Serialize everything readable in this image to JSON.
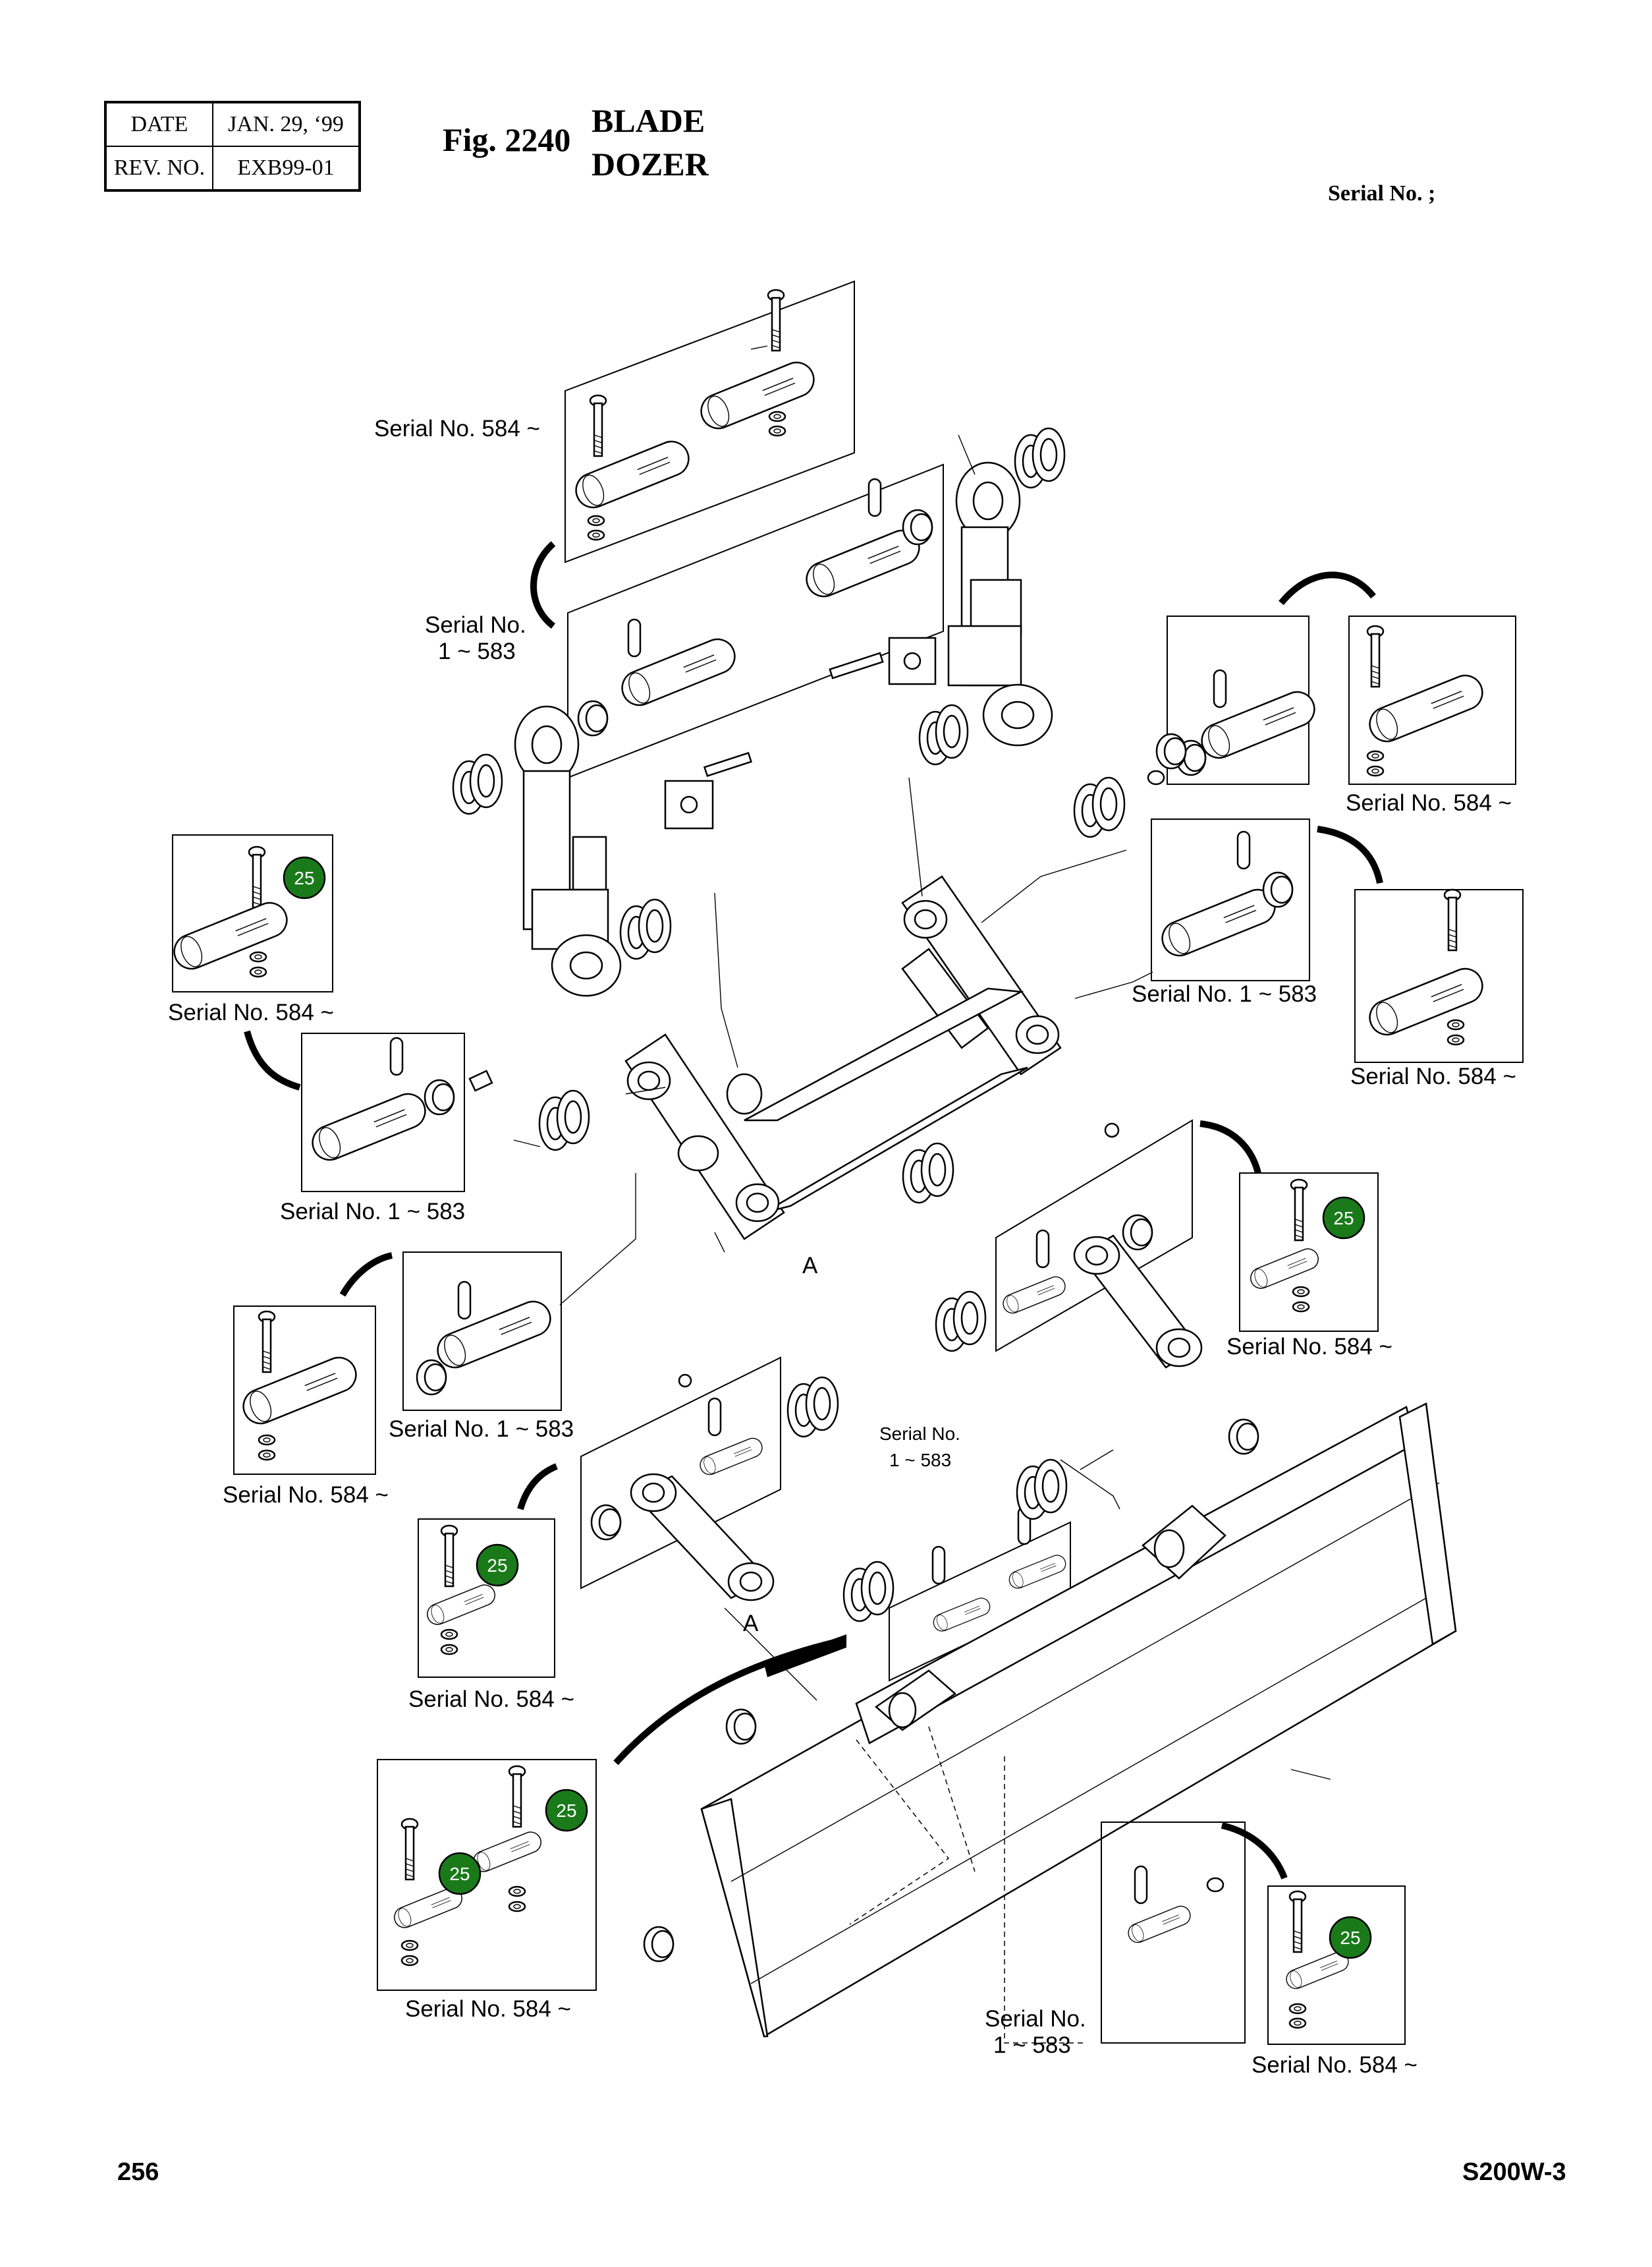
{
  "header": {
    "date_label": "DATE",
    "date_value": "JAN. 29, ‘99",
    "rev_label": "REV. NO.",
    "rev_value": "EXB99-01",
    "fig_label": "Fig. 2240",
    "title_line1": "BLADE",
    "title_line2": "DOZER",
    "serial_label": "Serial No. ;"
  },
  "captions": {
    "c1": "Serial No. 584 ~",
    "c2a": "Serial No.",
    "c2b": "1 ~ 583",
    "c3": "Serial No. 584 ~",
    "c4": "Serial No. 584 ~",
    "c5": "Serial No. 1 ~ 583",
    "c6": "Serial No. 1 ~ 583",
    "c7": "Serial No. 584 ~",
    "c8": "Serial No. 584 ~",
    "c9": "Serial No. 1 ~ 583",
    "c10": "Serial No. 584 ~",
    "c11a": "Serial No.",
    "c11b": "1 ~ 583",
    "c12": "Serial No. 584 ~",
    "c13": "Serial No. 584 ~",
    "c14a": "Serial No.",
    "c14b": "1 ~ 583",
    "c15": "Serial No. 584 ~"
  },
  "labels": {
    "point_a": "A"
  },
  "badges": {
    "number": "25",
    "color": "#1a7a1a"
  },
  "footer": {
    "page_number": "256",
    "model": "S200W-3"
  }
}
